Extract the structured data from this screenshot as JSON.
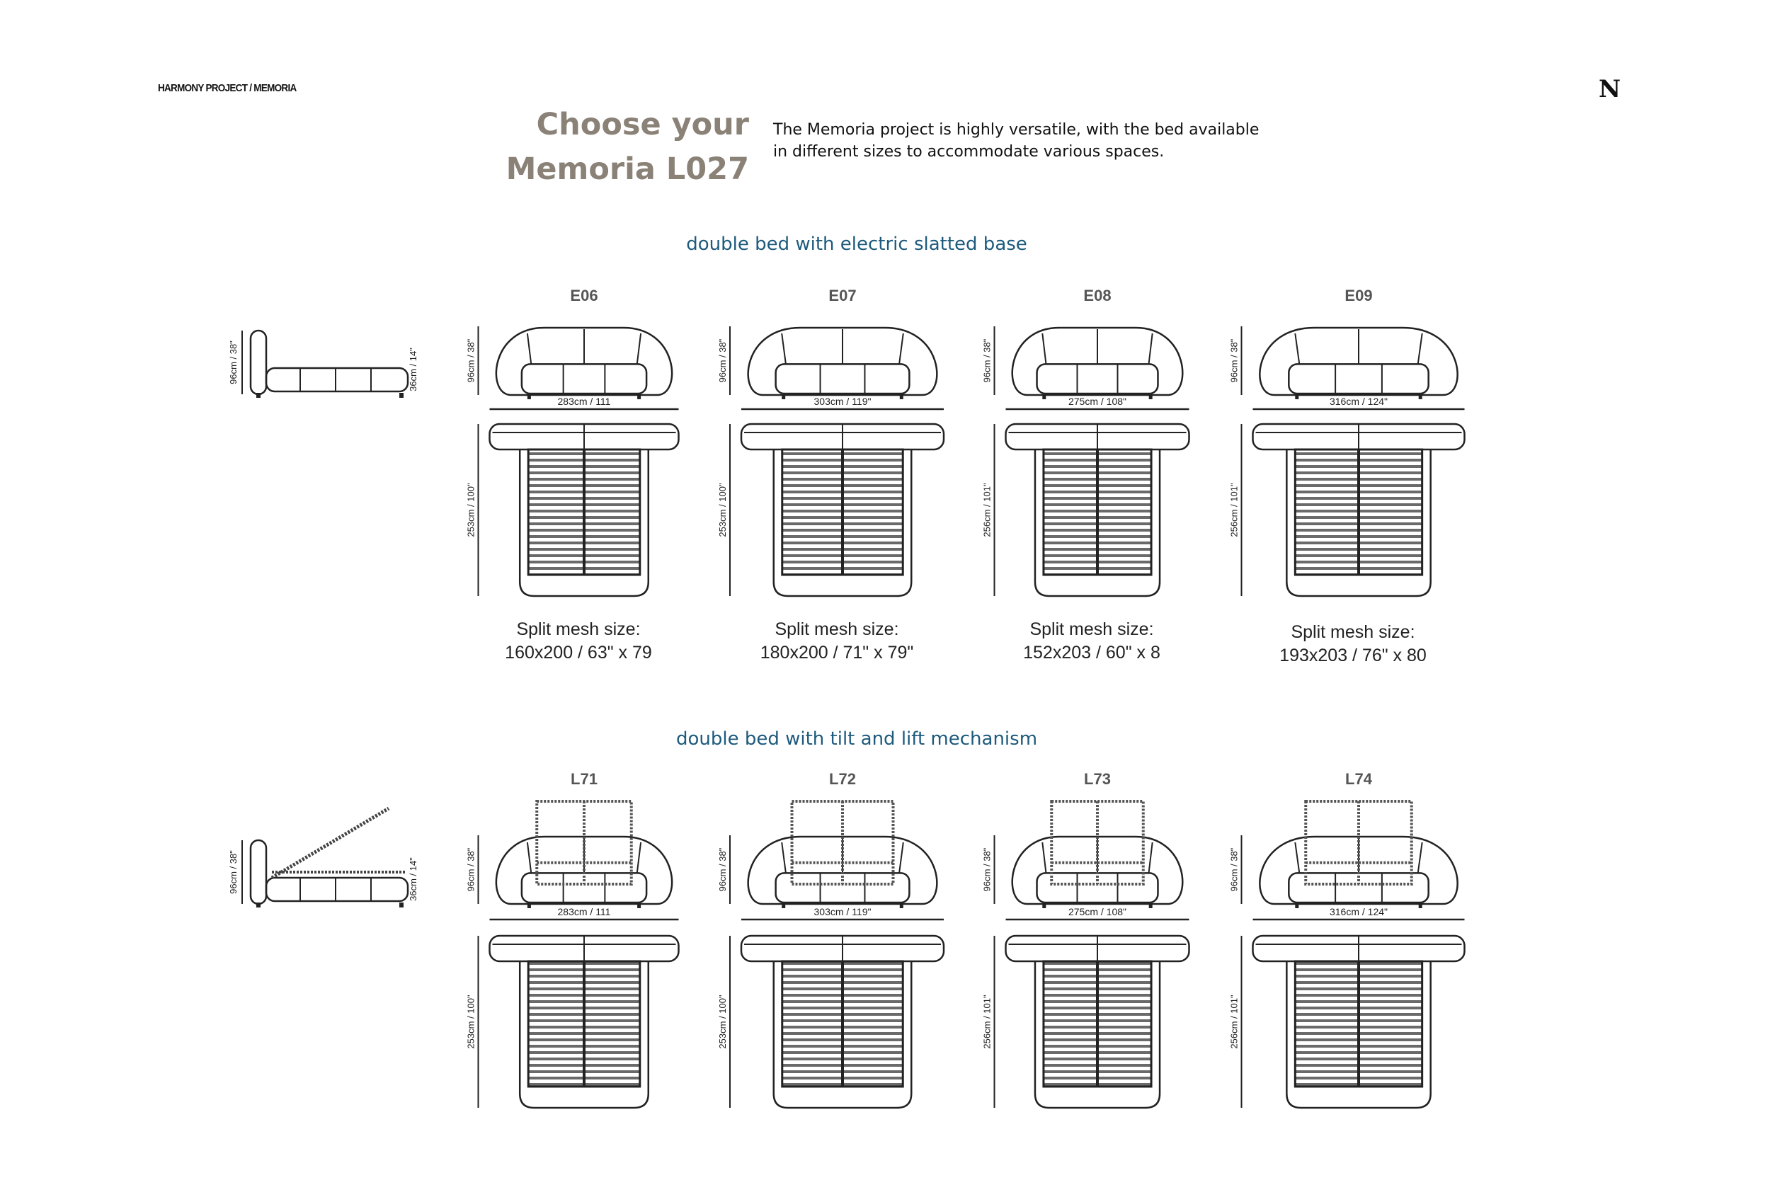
{
  "header": {
    "breadcrumb": "HARMONY PROJECT / MEMORIA",
    "logo": "N"
  },
  "title": {
    "line1": "Choose your",
    "line2": "Memoria L027"
  },
  "intro": {
    "line1": "The Memoria project is highly versatile, with the bed available",
    "line2": "in different sizes to accommodate various spaces."
  },
  "sections": [
    {
      "heading": "double bed with electric slatted base",
      "side_view": {
        "height": "96cm / 38\"",
        "base_height": "36cm / 14\""
      },
      "mechanism": "electric",
      "models": [
        {
          "code": "E06",
          "height": "96cm / 38\"",
          "width": "283cm / 111",
          "length": "253cm / 100\"",
          "mesh_label": "Split mesh size:",
          "mesh_size": "160x200 / 63\" x 79"
        },
        {
          "code": "E07",
          "height": "96cm / 38\"",
          "width": "303cm / 119\"",
          "length": "253cm / 100\"",
          "mesh_label": "Split mesh size:",
          "mesh_size": "180x200 / 71\" x 79\""
        },
        {
          "code": "E08",
          "height": "96cm / 38\"",
          "width": "275cm / 108\"",
          "length": "256cm / 101\"",
          "mesh_label": "Split mesh size:",
          "mesh_size": "152x203 / 60\" x 8"
        },
        {
          "code": "E09",
          "height": "96cm / 38\"",
          "width": "316cm / 124\"",
          "length": "256cm / 101\"",
          "mesh_label": "Split mesh size:",
          "mesh_size": "193x203 / 76\" x 80"
        }
      ]
    },
    {
      "heading": "double bed with tilt and lift mechanism",
      "side_view": {
        "height": "96cm / 38\"",
        "base_height": "36cm / 14\""
      },
      "mechanism": "lift",
      "models": [
        {
          "code": "L71",
          "height": "96cm / 38\"",
          "width": "283cm / 111",
          "length": "253cm / 100\""
        },
        {
          "code": "L72",
          "height": "96cm / 38\"",
          "width": "303cm / 119\"",
          "length": "253cm / 100\""
        },
        {
          "code": "L73",
          "height": "96cm / 38\"",
          "width": "275cm / 108\"",
          "length": "256cm / 101\""
        },
        {
          "code": "L74",
          "height": "96cm / 38\"",
          "width": "316cm / 124\"",
          "length": "256cm / 101\""
        }
      ]
    }
  ]
}
